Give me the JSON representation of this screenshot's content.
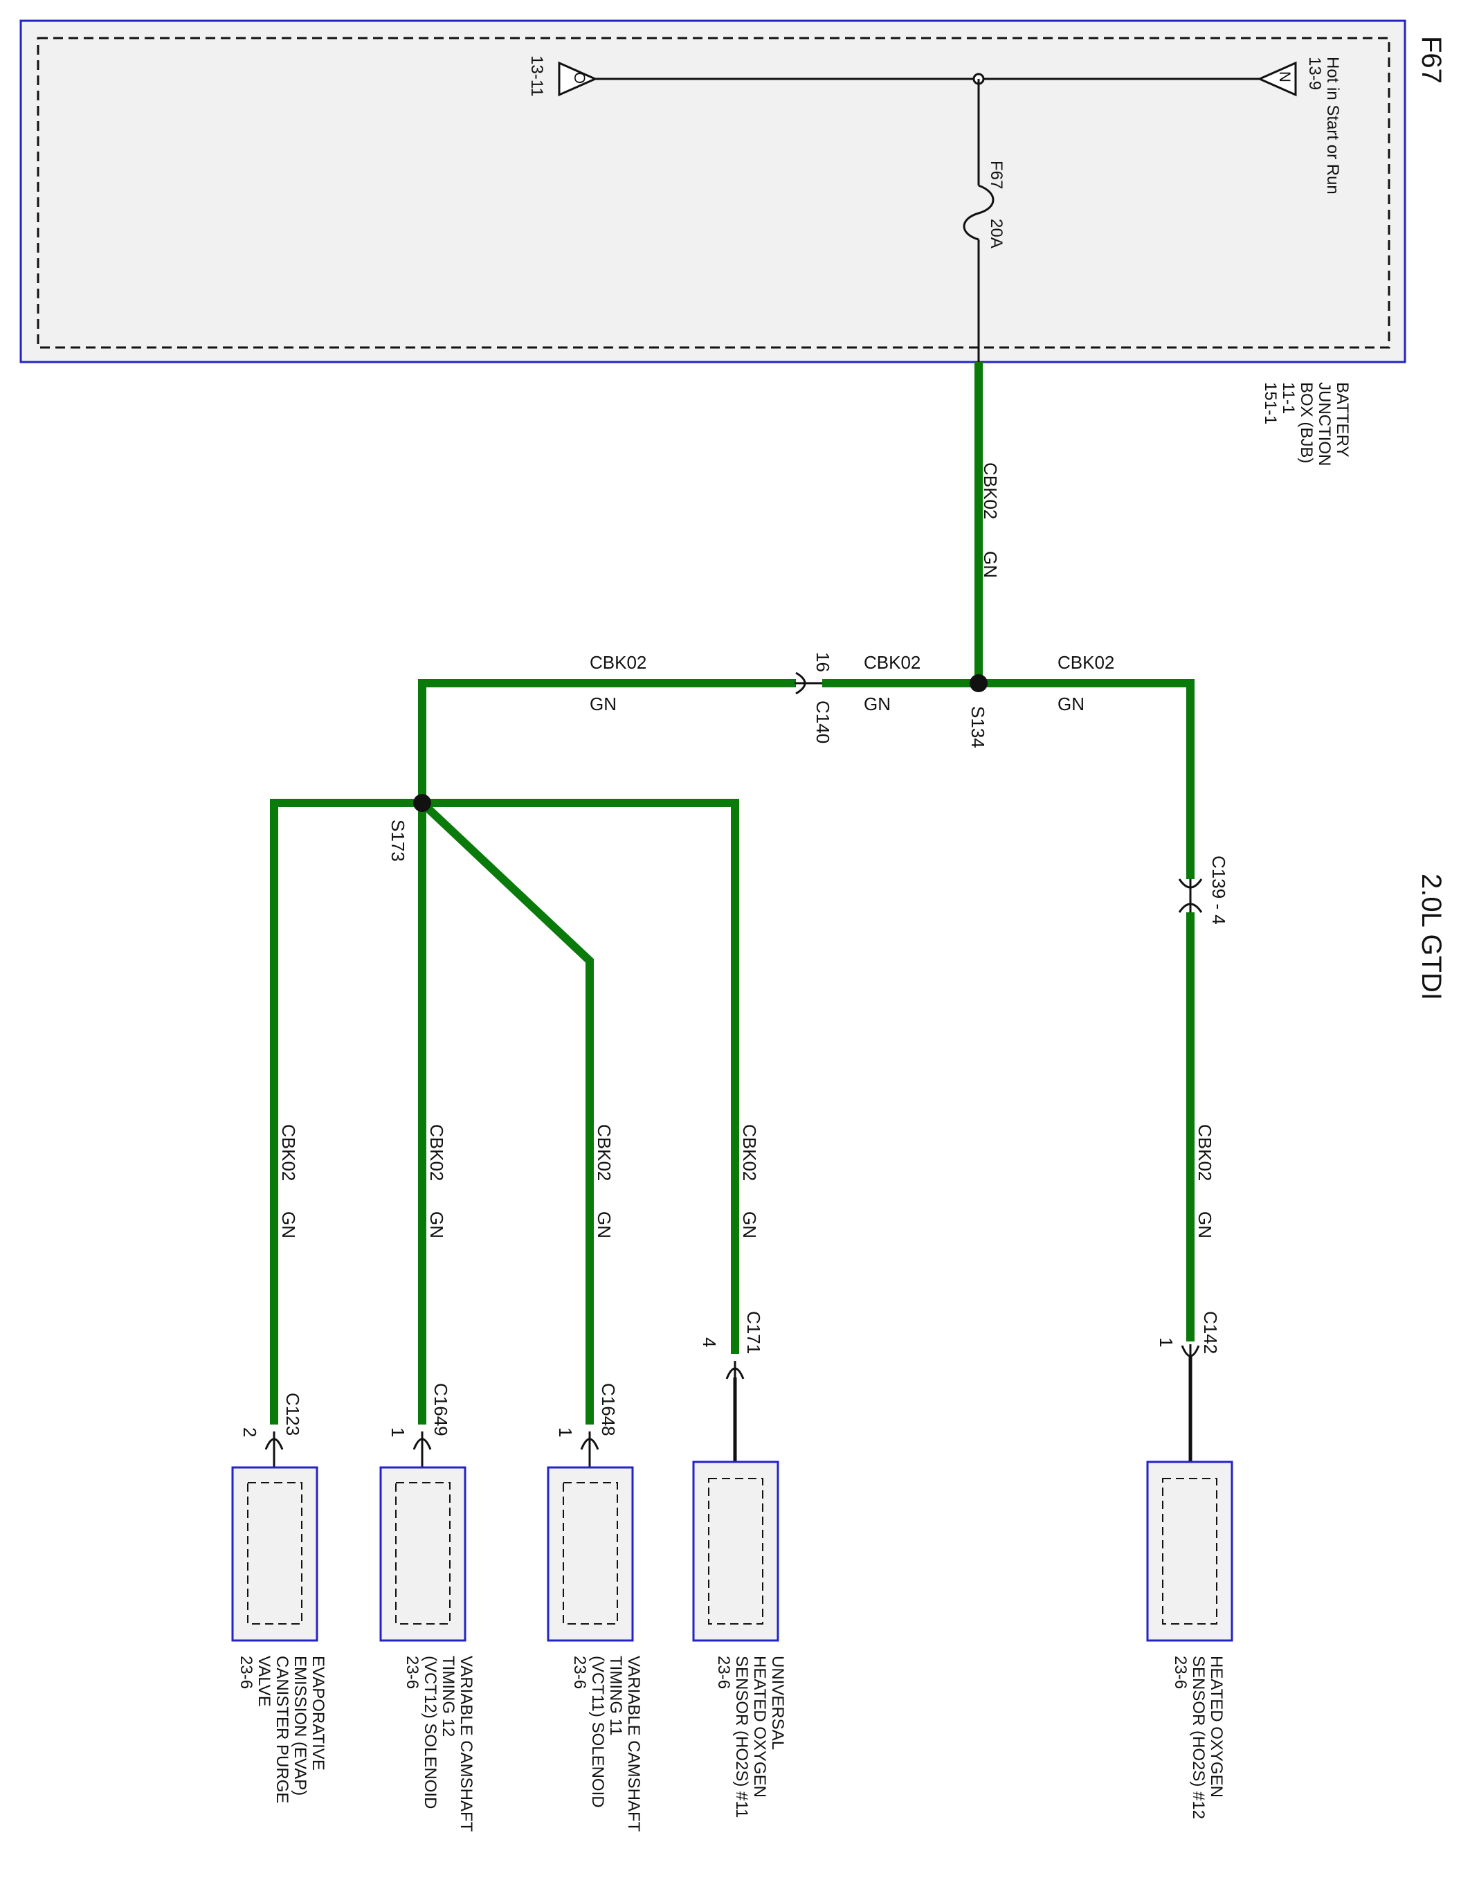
{
  "title": "F67",
  "engine": "2.0L GTDI",
  "colors": {
    "wire": "#0a7a0a",
    "box_border": "#2323c8",
    "box_fill": "#f1f1f1",
    "line": "#111111"
  },
  "bjb": {
    "name_lines": [
      "BATTERY",
      "JUNCTION",
      "BOX (BJB)",
      "11-1",
      "151-1"
    ],
    "hot_label": "Hot in Start or Run",
    "ref_n": "13-9",
    "ref_o": "13-11",
    "n_letter": "N",
    "o_letter": "O",
    "fuse_name": "F67",
    "fuse_rating": "20A"
  },
  "wire": {
    "circuit": "CBK02",
    "color": "GN"
  },
  "splices": {
    "s134": "S134",
    "s173": "S173"
  },
  "connectors": {
    "c140": "C140",
    "c140_pin": "16",
    "c139": "C139 - 4",
    "c142": "C142",
    "c142_pin": "1",
    "c171": "C171",
    "c171_pin": "4",
    "c1648": "C1648",
    "c1648_pin": "1",
    "c1649": "C1649",
    "c1649_pin": "1",
    "c123": "C123",
    "c123_pin": "2"
  },
  "components": {
    "ho2s12": [
      "HEATED OXYGEN",
      "SENSOR (HO2S) #12",
      "23-6"
    ],
    "ho2s11": [
      "UNIVERSAL",
      "HEATED OXYGEN",
      "SENSOR (HO2S) #11",
      "23-6"
    ],
    "vct11": [
      "VARIABLE CAMSHAFT",
      "TIMING 11",
      "(VCT11) SOLENOID",
      "23-6"
    ],
    "vct12": [
      "VARIABLE CAMSHAFT",
      "TIMING 12",
      "(VCT12) SOLENOID",
      "23-6"
    ],
    "evap": [
      "EVAPORATIVE",
      "EMISSION (EVAP)",
      "CANISTER PURGE",
      "VALVE",
      "23-6"
    ]
  }
}
